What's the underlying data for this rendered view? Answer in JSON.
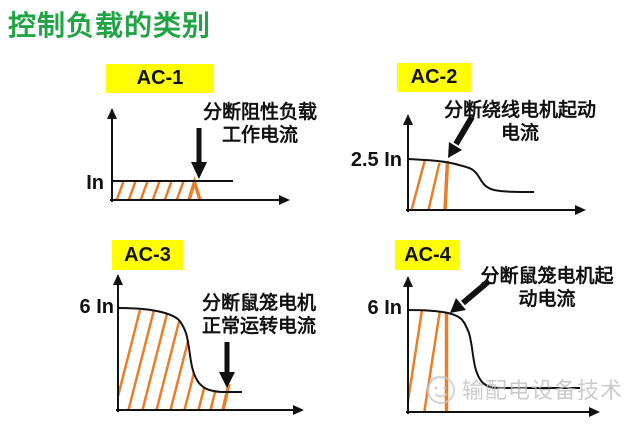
{
  "title": "控制负载的类别",
  "colors": {
    "title_green": "#22A345",
    "badge_yellow": "#FFFF00",
    "hatch_orange": "#E87E2A",
    "ink_black": "#111111",
    "watermark_gray": "#BFBFBF"
  },
  "watermark": {
    "text": "输配电设备技术"
  },
  "panels": [
    {
      "badge": "AC-1",
      "y_label": "In",
      "annotation_lines": [
        "分断阻性负载",
        "工作电流"
      ],
      "curve": "flat line at In level with hatched area up to breaking point"
    },
    {
      "badge": "AC-2",
      "y_label": "2.5 In",
      "annotation_lines": [
        "分断绕线电机起动",
        "电流"
      ],
      "curve": "starts at 2.5 In, breaking at start of curve, then drops to lower steady level"
    },
    {
      "badge": "AC-3",
      "y_label": "6 In",
      "annotation_lines": [
        "分断鼠笼电机",
        "正常运转电流"
      ],
      "curve": "starts at 6 In, drops steeply, breaking at low steady running level; whole area hatched"
    },
    {
      "badge": "AC-4",
      "y_label": "6 In",
      "annotation_lines": [
        "分断鼠笼电机起",
        "动电流"
      ],
      "curve": "starts at 6 In, breaking at start (high starting current), then drops to low level"
    }
  ]
}
